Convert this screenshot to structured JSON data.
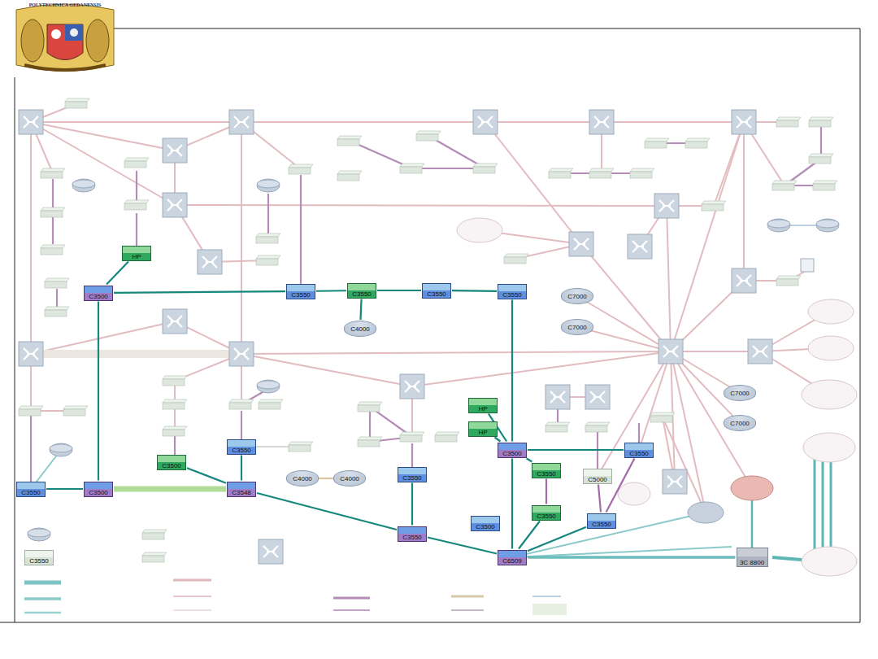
{
  "diagram": {
    "nodes": [
      {
        "text": [
          "HP"
        ]
      },
      {
        "text": [
          "C3500"
        ]
      },
      {
        "text": [
          "C3550"
        ]
      },
      {
        "text": [
          "C3550"
        ]
      },
      {
        "text": [
          "C3550"
        ]
      },
      {
        "text": [
          "C3550"
        ]
      },
      {
        "text": [
          "C4000"
        ]
      },
      {
        "text": [
          "C7000"
        ]
      },
      {
        "text": [
          "C7000"
        ]
      },
      {
        "text": [
          "C7000"
        ]
      },
      {
        "text": [
          "C7000"
        ]
      },
      {
        "text": [
          "C3550"
        ]
      },
      {
        "text": [
          "C3500"
        ]
      },
      {
        "text": [
          "C3550"
        ]
      },
      {
        "text": [
          "C3500"
        ]
      },
      {
        "text": [
          "C3548"
        ]
      },
      {
        "text": [
          "C4000"
        ]
      },
      {
        "text": [
          "C4000"
        ]
      },
      {
        "text": [
          "C3550"
        ]
      },
      {
        "text": [
          "C3550"
        ]
      },
      {
        "text": [
          "HP"
        ]
      },
      {
        "text": [
          "HP"
        ]
      },
      {
        "text": [
          "C3500"
        ]
      },
      {
        "text": [
          "C3550"
        ]
      },
      {
        "text": [
          "C5000"
        ]
      },
      {
        "text": [
          "C3550"
        ]
      },
      {
        "text": [
          "C3550"
        ]
      },
      {
        "text": [
          "C3550"
        ]
      },
      {
        "text": [
          "C3500"
        ]
      },
      {
        "text": [
          "C6509"
        ]
      },
      {
        "text": [
          "3C 8800"
        ]
      },
      {
        "text": [
          "C3550"
        ]
      }
    ],
    "edges": [
      {
        "from": 0,
        "to": 1,
        "arrow": "none"
      },
      {
        "from": 1,
        "to": 2,
        "arrow": "none"
      },
      {
        "from": 2,
        "to": 3,
        "arrow": "none"
      },
      {
        "from": 3,
        "to": 4,
        "arrow": "none"
      },
      {
        "from": 4,
        "to": 5,
        "arrow": "none"
      },
      {
        "from": 3,
        "to": 6,
        "arrow": "none"
      },
      {
        "from": 5,
        "to": 22,
        "arrow": "none"
      },
      {
        "from": 1,
        "to": 12,
        "arrow": "none"
      },
      {
        "from": 11,
        "to": 12,
        "arrow": "none"
      },
      {
        "from": 12,
        "to": 15,
        "arrow": "none"
      },
      {
        "from": 13,
        "to": 15,
        "arrow": "none"
      },
      {
        "from": 14,
        "to": 15,
        "arrow": "none"
      },
      {
        "from": 15,
        "to": 19,
        "arrow": "none"
      },
      {
        "from": 18,
        "to": 19,
        "arrow": "none"
      },
      {
        "from": 19,
        "to": 29,
        "arrow": "none"
      },
      {
        "from": 22,
        "to": 29,
        "arrow": "none"
      },
      {
        "from": 20,
        "to": 22,
        "arrow": "none"
      },
      {
        "from": 21,
        "to": 22,
        "arrow": "none"
      },
      {
        "from": 22,
        "to": 25,
        "arrow": "none"
      },
      {
        "from": 22,
        "to": 23,
        "arrow": "none"
      },
      {
        "from": 23,
        "to": 26,
        "arrow": "none"
      },
      {
        "from": 24,
        "to": 27,
        "arrow": "none"
      },
      {
        "from": 25,
        "to": 27,
        "arrow": "none"
      },
      {
        "from": 26,
        "to": 29,
        "arrow": "none"
      },
      {
        "from": 27,
        "to": 29,
        "arrow": "none"
      },
      {
        "from": 29,
        "to": 30,
        "arrow": "none"
      },
      {
        "from": 16,
        "to": 17,
        "arrow": "none"
      }
    ],
    "labels": [
      "POLYTECHNICA GEDANENSIS"
    ]
  }
}
